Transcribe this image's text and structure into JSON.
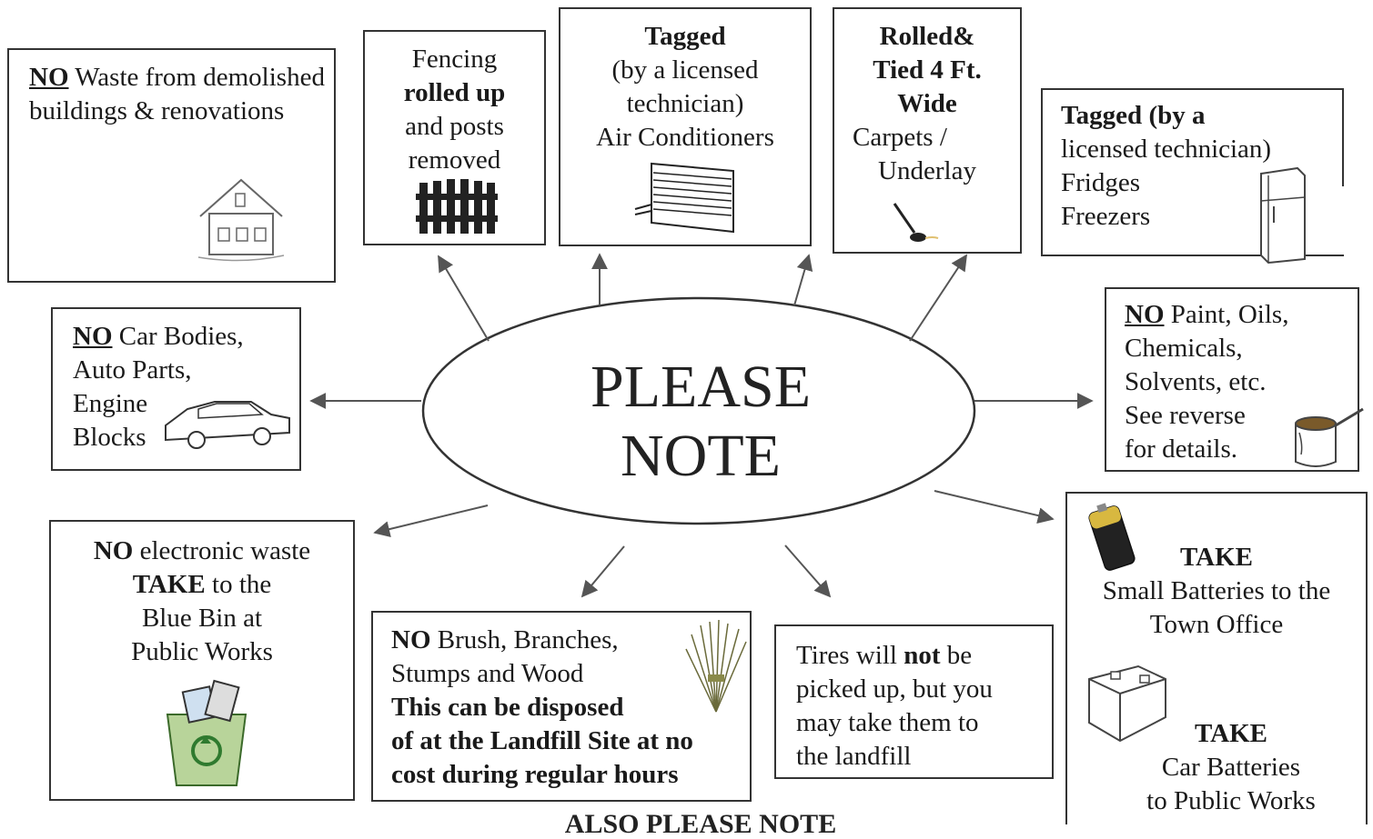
{
  "center": {
    "line1": "PLEASE",
    "line2": "NOTE"
  },
  "demolition": {
    "no": "NO",
    "text": "Waste from demolished buildings & renovations"
  },
  "fencing": {
    "line1": "Fencing",
    "line2": "rolled up",
    "line3": "and posts",
    "line4": "removed"
  },
  "air_conditioners": {
    "line1": "Tagged",
    "line2": "(by a licensed",
    "line3": "technician)",
    "line4": "Air Conditioners"
  },
  "carpets": {
    "line1": "Rolled&",
    "line2": "Tied 4 Ft.",
    "line3": "Wide",
    "line4": "Carpets /",
    "line5": "Underlay"
  },
  "fridges": {
    "tagged": "Tagged",
    "by_a": "(by a",
    "line2": "licensed technician)",
    "line3": "Fridges",
    "line4": "Freezers"
  },
  "cars": {
    "no": "NO",
    "line1": "Car Bodies,",
    "line2": "Auto Parts,",
    "line3": "Engine",
    "line4": "Blocks"
  },
  "paint": {
    "no": "NO",
    "line1": "Paint, Oils,",
    "line2": "Chemicals,",
    "line3": "Solvents,  etc.",
    "line4": "See reverse",
    "line5": "for details."
  },
  "electronic": {
    "no": "NO",
    "line1": "electronic waste",
    "take": "TAKE",
    "line2": "to the",
    "line3": "Blue Bin at",
    "line4": "Public Works"
  },
  "brush": {
    "no": "NO",
    "line1": "Brush, Branches,",
    "line2": "Stumps and Wood",
    "line3": "This can be disposed",
    "line4": "of at the Landfill Site at no",
    "line5": "cost during regular hours"
  },
  "tires": {
    "line1a": "Tires will",
    "not": "not",
    "line1b": "be",
    "line2": "picked up, but you",
    "line3": "may take them to",
    "line4": "the landfill"
  },
  "batteries": {
    "take1": "TAKE",
    "line1": "Small Batteries to the",
    "line2": "Town Office",
    "take2": "TAKE",
    "line3": "Car Batteries",
    "line4": "to Public Works"
  },
  "footer": {
    "text": "ALSO PLEASE NOTE"
  }
}
